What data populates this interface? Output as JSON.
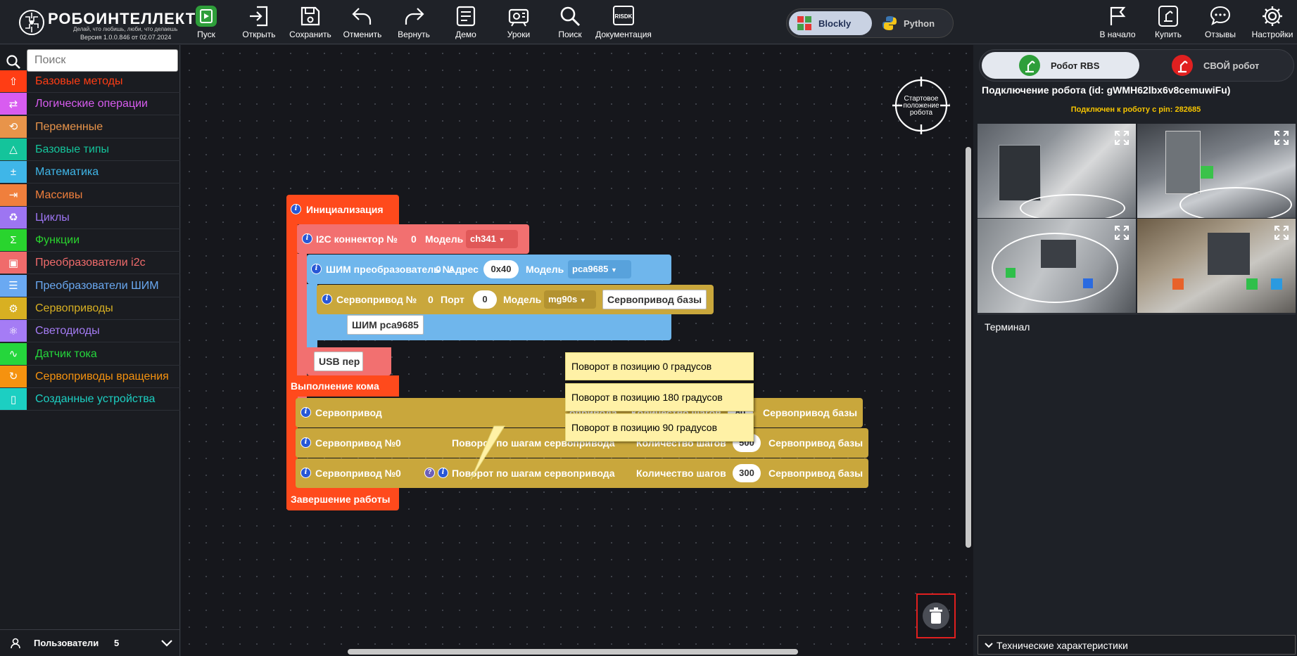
{
  "app": {
    "brand": "РОБОИНТЕЛЛЕКТ",
    "slogan": "Делай, что любишь, люби, что делаешь",
    "version": "Версия 1.0.0.846 от 02.07.2024"
  },
  "toolbar": {
    "run": "Пуск",
    "open": "Открыть",
    "save": "Сохранить",
    "undo": "Отменить",
    "redo": "Вернуть",
    "demo": "Демо",
    "lessons": "Уроки",
    "search": "Поиск",
    "sdk_badge": "RISDK",
    "docs": "Документация",
    "home": "В начало",
    "buy": "Купить",
    "reviews": "Отзывы",
    "settings": "Настройки"
  },
  "lang_switch": {
    "blockly": "Blockly",
    "python": "Python",
    "active": "Blockly"
  },
  "sidebar": {
    "search_placeholder": "Поиск",
    "categories": [
      {
        "label": "Базовые методы",
        "color": "#ff3d14"
      },
      {
        "label": "Логические операции",
        "color": "#d85cf0"
      },
      {
        "label": "Переменные",
        "color": "#e8944a"
      },
      {
        "label": "Базовые типы",
        "color": "#14c49b"
      },
      {
        "label": "Математика",
        "color": "#3fb6e8"
      },
      {
        "label": "Массивы",
        "color": "#f07f3c"
      },
      {
        "label": "Циклы",
        "color": "#9d75f2"
      },
      {
        "label": "Функции",
        "color": "#29d42e"
      },
      {
        "label": "Преобразователи i2c",
        "color": "#f06b6b"
      },
      {
        "label": "Преобразователи ШИМ",
        "color": "#6aa9f2"
      },
      {
        "label": "Сервоприводы",
        "color": "#d8b022"
      },
      {
        "label": "Светодиоды",
        "color": "#a57cf5"
      },
      {
        "label": "Датчик тока",
        "color": "#25d63c"
      },
      {
        "label": "Сервоприводы вращения",
        "color": "#f5920f"
      },
      {
        "label": "Созданные устройства",
        "color": "#1ccfc2"
      }
    ],
    "users_label": "Пользователи",
    "users_count": "5"
  },
  "blocks": {
    "init": "Инициализация",
    "i2c_prefix": "I2C коннектор №",
    "i2c_num": "0",
    "i2c_model_label": "Модель",
    "i2c_model": "ch341",
    "pwm_prefix": "ШИМ преобразователь №",
    "pwm_num": "0",
    "pwm_addr_label": "Адрес",
    "pwm_addr": "0x40",
    "pwm_model_label": "Модель",
    "pwm_model": "pca9685",
    "servo_prefix": "Сервопривод №",
    "servo_num": "0",
    "servo_port_label": "Порт",
    "servo_port": "0",
    "servo_model_label": "Модель",
    "servo_model": "mg90s",
    "servo_name": "Сервопривод базы",
    "pwm_ref": "ШИМ pca9685",
    "usb_partial": "USB пер",
    "exec_partial": "Выполнение кома",
    "row1_prefix": "Сервопривод",
    "row1_suffix_partial": "опривода",
    "row_prefix": "Сервопривод №",
    "row_num": "0",
    "row_action": "Поворот по шагам сервопривода",
    "steps_label": "Количество шагов",
    "steps": [
      "80",
      "500",
      "300"
    ],
    "row_target": "Сервопривод базы",
    "finish": "Завершение работы"
  },
  "tooltips": [
    "Поворот в позицию 0 градусов",
    "Поворот в позицию 180 градусов",
    "Поворот в позицию 90 градусов"
  ],
  "workspace": {
    "start_position": "Стартовое положение робота"
  },
  "right_panel": {
    "tab_rbs": "Робот RBS",
    "tab_own": "СВОЙ робот",
    "connection": "Подключение робота (id: gWMH62lbx6v8cemuwiFu)",
    "pin": "Подключен к роботу с pin: 282685",
    "terminal": "Терминал",
    "specs": "Технические характеристики"
  }
}
